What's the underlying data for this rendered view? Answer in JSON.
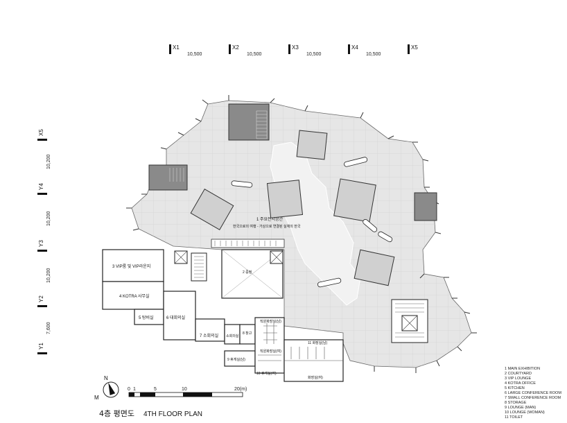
{
  "axes": {
    "x": [
      {
        "label": "X1"
      },
      {
        "label": "X2"
      },
      {
        "label": "X3"
      },
      {
        "label": "X4"
      },
      {
        "label": "X5"
      }
    ],
    "x_dims": [
      "10,500",
      "10,500",
      "10,500",
      "10,500"
    ],
    "y": [
      {
        "label": "X5"
      },
      {
        "label": "Y4"
      },
      {
        "label": "Y3"
      },
      {
        "label": "Y2"
      },
      {
        "label": "Y1"
      }
    ],
    "y_dims": [
      "10,200",
      "10,200",
      "10,200",
      "7,600"
    ]
  },
  "exhibition": {
    "title": "1 주요전시공간",
    "subtitle": "한국으로의 여행 - 가상으로 연결된 실재의 한국"
  },
  "rooms": {
    "courtyard": "2 중정",
    "vip": "3 VIP룸 및 VIP라운지",
    "kotra": "4 KOTRA 사무실",
    "kitchen": "5 탕비실",
    "large_conf": "6 대회의실",
    "small_conf_a": "7 소회의실",
    "small_conf_b": "소회의실",
    "storage": "8 창고",
    "lounge_m": "9 휴게실(남)",
    "lounge_w": "10 휴게실(여)",
    "toilet": "11 화장실(남)",
    "toilet_w": "화장실(여)",
    "staff_m": "직원화장실(남)",
    "staff_w": "직원화장실(여)"
  },
  "legend": [
    "1  MAIN EXHIBITION",
    "2  COURTYARD",
    "3  VIP LOUNGE",
    "4  KOTRA OFFICE",
    "5  KITCHEN",
    "6  LARGE CONFERENCE ROOM",
    "7  SMALL CONFERENCE ROOM",
    "8  STORAGE",
    "9  LOUNGE (MAN)",
    "10 LOUNGE (WOMAN)",
    "11 TOILET"
  ],
  "scale": {
    "labels": [
      "0",
      "1",
      "5",
      "10",
      "20(m)"
    ],
    "north": "N",
    "m": "M"
  },
  "title": {
    "ko": "4층 평면도",
    "en": "4TH FLOOR PLAN"
  }
}
